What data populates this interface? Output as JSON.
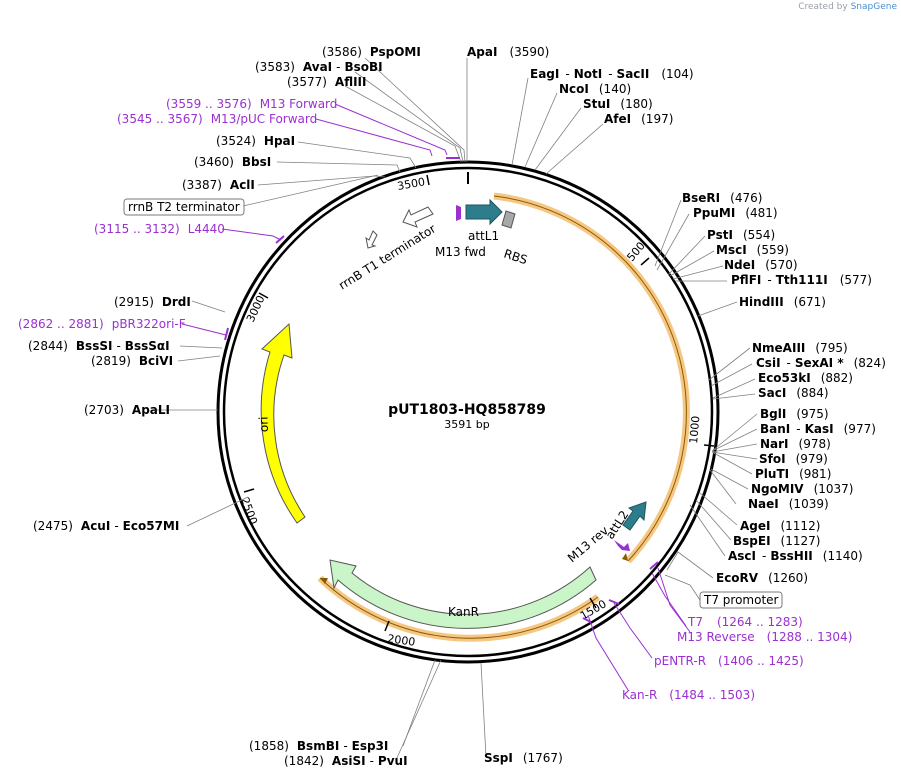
{
  "credit": {
    "prefix": "Created by",
    "brand": "SnapGene"
  },
  "plasmid": {
    "name": "pUT1803-HQ858789",
    "size": "3591 bp"
  },
  "ticks": [
    "500",
    "1000",
    "1500",
    "2000",
    "2500",
    "3000",
    "3500"
  ],
  "sites": [
    {
      "id": "pspomi",
      "pos": "(3586)",
      "names": [
        "PspOMI"
      ]
    },
    {
      "id": "apai",
      "pos": "(3590)",
      "names": [
        "ApaI"
      ]
    },
    {
      "id": "avai",
      "pos": "(3583)",
      "names": [
        "AvaI",
        "BsoBI"
      ]
    },
    {
      "id": "afliii",
      "pos": "(3577)",
      "names": [
        "AflIII"
      ]
    },
    {
      "id": "eagi",
      "pos": "(104)",
      "names": [
        "EagI",
        "NotI",
        "SacII"
      ]
    },
    {
      "id": "ncoi",
      "pos": "(140)",
      "names": [
        "NcoI"
      ]
    },
    {
      "id": "stui",
      "pos": "(180)",
      "names": [
        "StuI"
      ]
    },
    {
      "id": "afei",
      "pos": "(197)",
      "names": [
        "AfeI"
      ]
    },
    {
      "id": "hpai",
      "pos": "(3524)",
      "names": [
        "HpaI"
      ]
    },
    {
      "id": "bbsi",
      "pos": "(3460)",
      "names": [
        "BbsI"
      ]
    },
    {
      "id": "acli",
      "pos": "(3387)",
      "names": [
        "AclI"
      ]
    },
    {
      "id": "bseri",
      "pos": "(476)",
      "names": [
        "BseRI"
      ]
    },
    {
      "id": "ppumi",
      "pos": "(481)",
      "names": [
        "PpuMI"
      ]
    },
    {
      "id": "psti",
      "pos": "(554)",
      "names": [
        "PstI"
      ]
    },
    {
      "id": "msci",
      "pos": "(559)",
      "names": [
        "MscI"
      ]
    },
    {
      "id": "ndei",
      "pos": "(570)",
      "names": [
        "NdeI"
      ]
    },
    {
      "id": "pflfi",
      "pos": "(577)",
      "names": [
        "PflFI",
        "Tth111I"
      ]
    },
    {
      "id": "hindiii",
      "pos": "(671)",
      "names": [
        "HindIII"
      ]
    },
    {
      "id": "nmeaiii",
      "pos": "(795)",
      "names": [
        "NmeAIII"
      ]
    },
    {
      "id": "csii",
      "pos": "(824)",
      "names": [
        "CsiI",
        "SexAI *"
      ]
    },
    {
      "id": "eco53ki",
      "pos": "(882)",
      "names": [
        "Eco53kI"
      ]
    },
    {
      "id": "saci",
      "pos": "(884)",
      "names": [
        "SacI"
      ]
    },
    {
      "id": "bgli",
      "pos": "(975)",
      "names": [
        "BglI"
      ]
    },
    {
      "id": "bani",
      "pos": "(977)",
      "names": [
        "BanI",
        "KasI"
      ]
    },
    {
      "id": "nari",
      "pos": "(978)",
      "names": [
        "NarI"
      ]
    },
    {
      "id": "sfoi",
      "pos": "(979)",
      "names": [
        "SfoI"
      ]
    },
    {
      "id": "pluti",
      "pos": "(981)",
      "names": [
        "PluTI"
      ]
    },
    {
      "id": "ngomiv",
      "pos": "(1037)",
      "names": [
        "NgoMIV"
      ]
    },
    {
      "id": "naei",
      "pos": "(1039)",
      "names": [
        "NaeI"
      ]
    },
    {
      "id": "agei",
      "pos": "(1112)",
      "names": [
        "AgeI"
      ]
    },
    {
      "id": "bspei",
      "pos": "(1127)",
      "names": [
        "BspEI"
      ]
    },
    {
      "id": "asci",
      "pos": "(1140)",
      "names": [
        "AscI",
        "BssHII"
      ]
    },
    {
      "id": "ecorv",
      "pos": "(1260)",
      "names": [
        "EcoRV"
      ]
    },
    {
      "id": "drdi",
      "pos": "(2915)",
      "names": [
        "DrdI"
      ]
    },
    {
      "id": "bsssi",
      "pos": "(2844)",
      "names": [
        "BssSI",
        "BssSαI"
      ]
    },
    {
      "id": "bcivi",
      "pos": "(2819)",
      "names": [
        "BciVI"
      ]
    },
    {
      "id": "apali",
      "pos": "(2703)",
      "names": [
        "ApaLI"
      ]
    },
    {
      "id": "acui",
      "pos": "(2475)",
      "names": [
        "AcuI",
        "Eco57MI"
      ]
    },
    {
      "id": "bsmbi",
      "pos": "(1858)",
      "names": [
        "BsmBI",
        "Esp3I"
      ]
    },
    {
      "id": "asisi",
      "pos": "(1842)",
      "names": [
        "AsiSI",
        "PvuI"
      ]
    },
    {
      "id": "sspi",
      "pos": "(1767)",
      "names": [
        "SspI"
      ]
    }
  ],
  "primers": [
    {
      "id": "m13f",
      "range": "(3559 .. 3576)",
      "name": "M13 Forward"
    },
    {
      "id": "m13puc",
      "range": "(3545 .. 3567)",
      "name": "M13/pUC Forward"
    },
    {
      "id": "l4440",
      "range": "(3115 .. 3132)",
      "name": "L4440"
    },
    {
      "id": "pbr",
      "range": "(2862 .. 2881)",
      "name": "pBR322ori-F"
    },
    {
      "id": "t7",
      "range": "(1264 .. 1283)",
      "name": "T7"
    },
    {
      "id": "m13r",
      "range": "(1288 .. 1304)",
      "name": "M13 Reverse"
    },
    {
      "id": "pentr",
      "range": "(1406 .. 1425)",
      "name": "pENTR-R"
    },
    {
      "id": "kanr",
      "range": "(1484 .. 1503)",
      "name": "Kan-R"
    }
  ],
  "boxed_features": {
    "rrnb_t2": "rrnB T2 terminator",
    "t7_promoter": "T7 promoter"
  },
  "features": {
    "rrnb_t1": "rrnB T1 terminator",
    "m13fwd": "M13 fwd",
    "attl1": "attL1",
    "rbs": "RBS",
    "ori": "ori",
    "kanr": "KanR",
    "m13rev": "M13 rev",
    "attl2": "attL2"
  },
  "colors": {
    "kanr": "#c9f5c9",
    "ori": "#ffff00",
    "attl": "#2e7d8c",
    "rbs": "#a8a8a8",
    "primer": "#9b30d0",
    "orf": "#f5c782"
  }
}
